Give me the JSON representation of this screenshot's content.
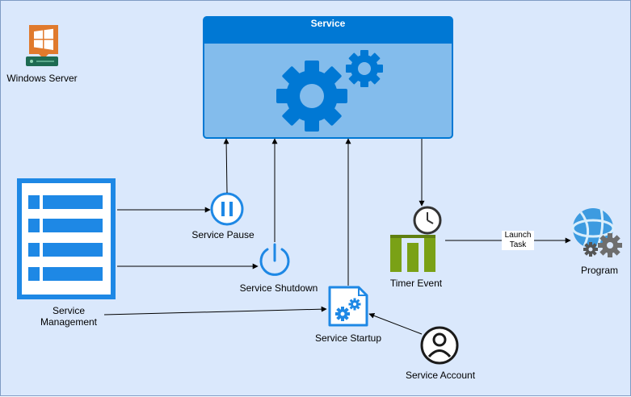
{
  "nodes": {
    "windows_server": {
      "label": "Windows Server"
    },
    "service": {
      "title": "Service"
    },
    "service_management": {
      "label": "Service Management"
    },
    "service_pause": {
      "label": "Service Pause"
    },
    "service_shutdown": {
      "label": "Service Shutdown"
    },
    "service_startup": {
      "label": "Service Startup"
    },
    "service_account": {
      "label": "Service Account"
    },
    "timer_event": {
      "label": "Timer Event"
    },
    "program": {
      "label": "Program"
    }
  },
  "edges": {
    "launch_task": {
      "label": "Launch Task"
    }
  },
  "colors": {
    "background": "#dae8fc",
    "service_header": "#0078d4",
    "service_body": "#83bcec",
    "gear": "#0078d4",
    "windows_orange": "#e07a2d",
    "server_dark": "#1e6b52",
    "timer_green": "#7aa116",
    "account_dark": "#1a1a1a"
  }
}
